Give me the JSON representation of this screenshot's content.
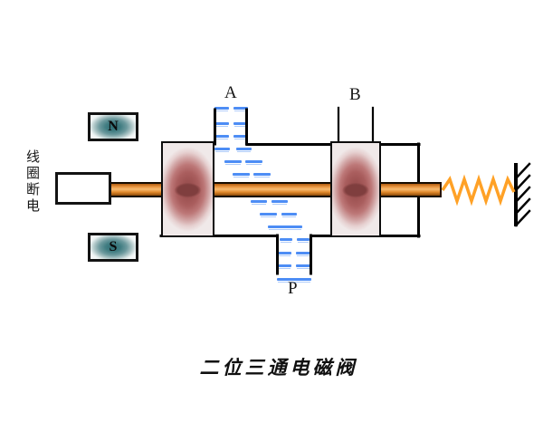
{
  "title": "二位三通电磁阀",
  "annotations": {
    "coil_state": "线圈断电",
    "magnet_north": "N",
    "magnet_south": "S"
  },
  "ports": {
    "a": "A",
    "b": "B",
    "p": "P"
  },
  "colors": {
    "background": "#ffffff",
    "line": "#000000",
    "fluid": "#4d8df5",
    "rod_dark": "#b05c10",
    "rod_light": "#f6bb72",
    "piston_core": "#7f3e3e",
    "piston_mid": "#aa5e5e",
    "piston_edge": "#f0e9e9",
    "magnet_core": "#2e6e74",
    "magnet_edge": "#f4f8f8",
    "spring_left": "#b5b51f",
    "spring_right": "#ffa126"
  },
  "fluid": {
    "dash_segments": [
      [
        237,
        118,
        16
      ],
      [
        258,
        118,
        16
      ],
      [
        237,
        135,
        16
      ],
      [
        258,
        135,
        16
      ],
      [
        237,
        149,
        16
      ],
      [
        258,
        149,
        16
      ],
      [
        237,
        163,
        17
      ],
      [
        261,
        163,
        17
      ],
      [
        248,
        177,
        19
      ],
      [
        271,
        177,
        19
      ],
      [
        257,
        191,
        19
      ],
      [
        280,
        191,
        19
      ],
      [
        277,
        221,
        18
      ],
      [
        300,
        221,
        18
      ],
      [
        287,
        235,
        19
      ],
      [
        311,
        235,
        17
      ],
      [
        296,
        249,
        38
      ],
      [
        309,
        263,
        14
      ],
      [
        328,
        263,
        14
      ],
      [
        305,
        278,
        17
      ],
      [
        327,
        278,
        17
      ],
      [
        305,
        292,
        17
      ],
      [
        327,
        292,
        17
      ],
      [
        306,
        307,
        38
      ]
    ]
  }
}
